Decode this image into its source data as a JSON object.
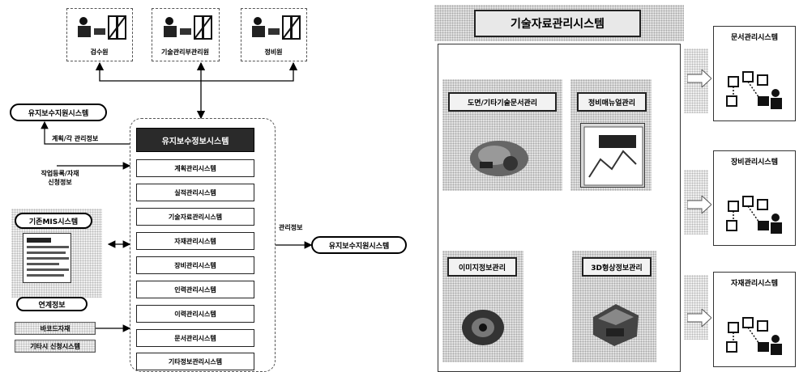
{
  "left": {
    "top_roles": [
      "검수원",
      "기술관리부관리원",
      "정비원"
    ],
    "maintenance_support_left": "유지보수지원시스템",
    "plan_info": "계획/각 관리정보",
    "work_register_line1": "작업등록/자재",
    "work_register_line2": "신청정보",
    "main_system_title": "유지보수정보시스템",
    "subsystems": [
      "계획관리시스템",
      "실적관리시스템",
      "기술자료관리시스템",
      "자재관리시스템",
      "장비관리시스템",
      "인력관리시스템",
      "이력관리시스템",
      "문서관리시스템",
      "기타정보관리시스템"
    ],
    "mis_box": "기존MIS시스템",
    "link_info": "연계정보",
    "barcode_material": "바코드자재",
    "other_request": "기타시 신청시스템",
    "manage_info": "관리정보",
    "maintenance_support_right": "유지보수지원시스템"
  },
  "right": {
    "title": "기술자료관리시스템",
    "modules": [
      "도면/기타기술문서관리",
      "정비매뉴얼관리",
      "이미지정보관리",
      "3D형상정보관리"
    ],
    "side_systems": [
      "문서관리시스템",
      "장비관리시스템",
      "자재관리시스템"
    ]
  }
}
